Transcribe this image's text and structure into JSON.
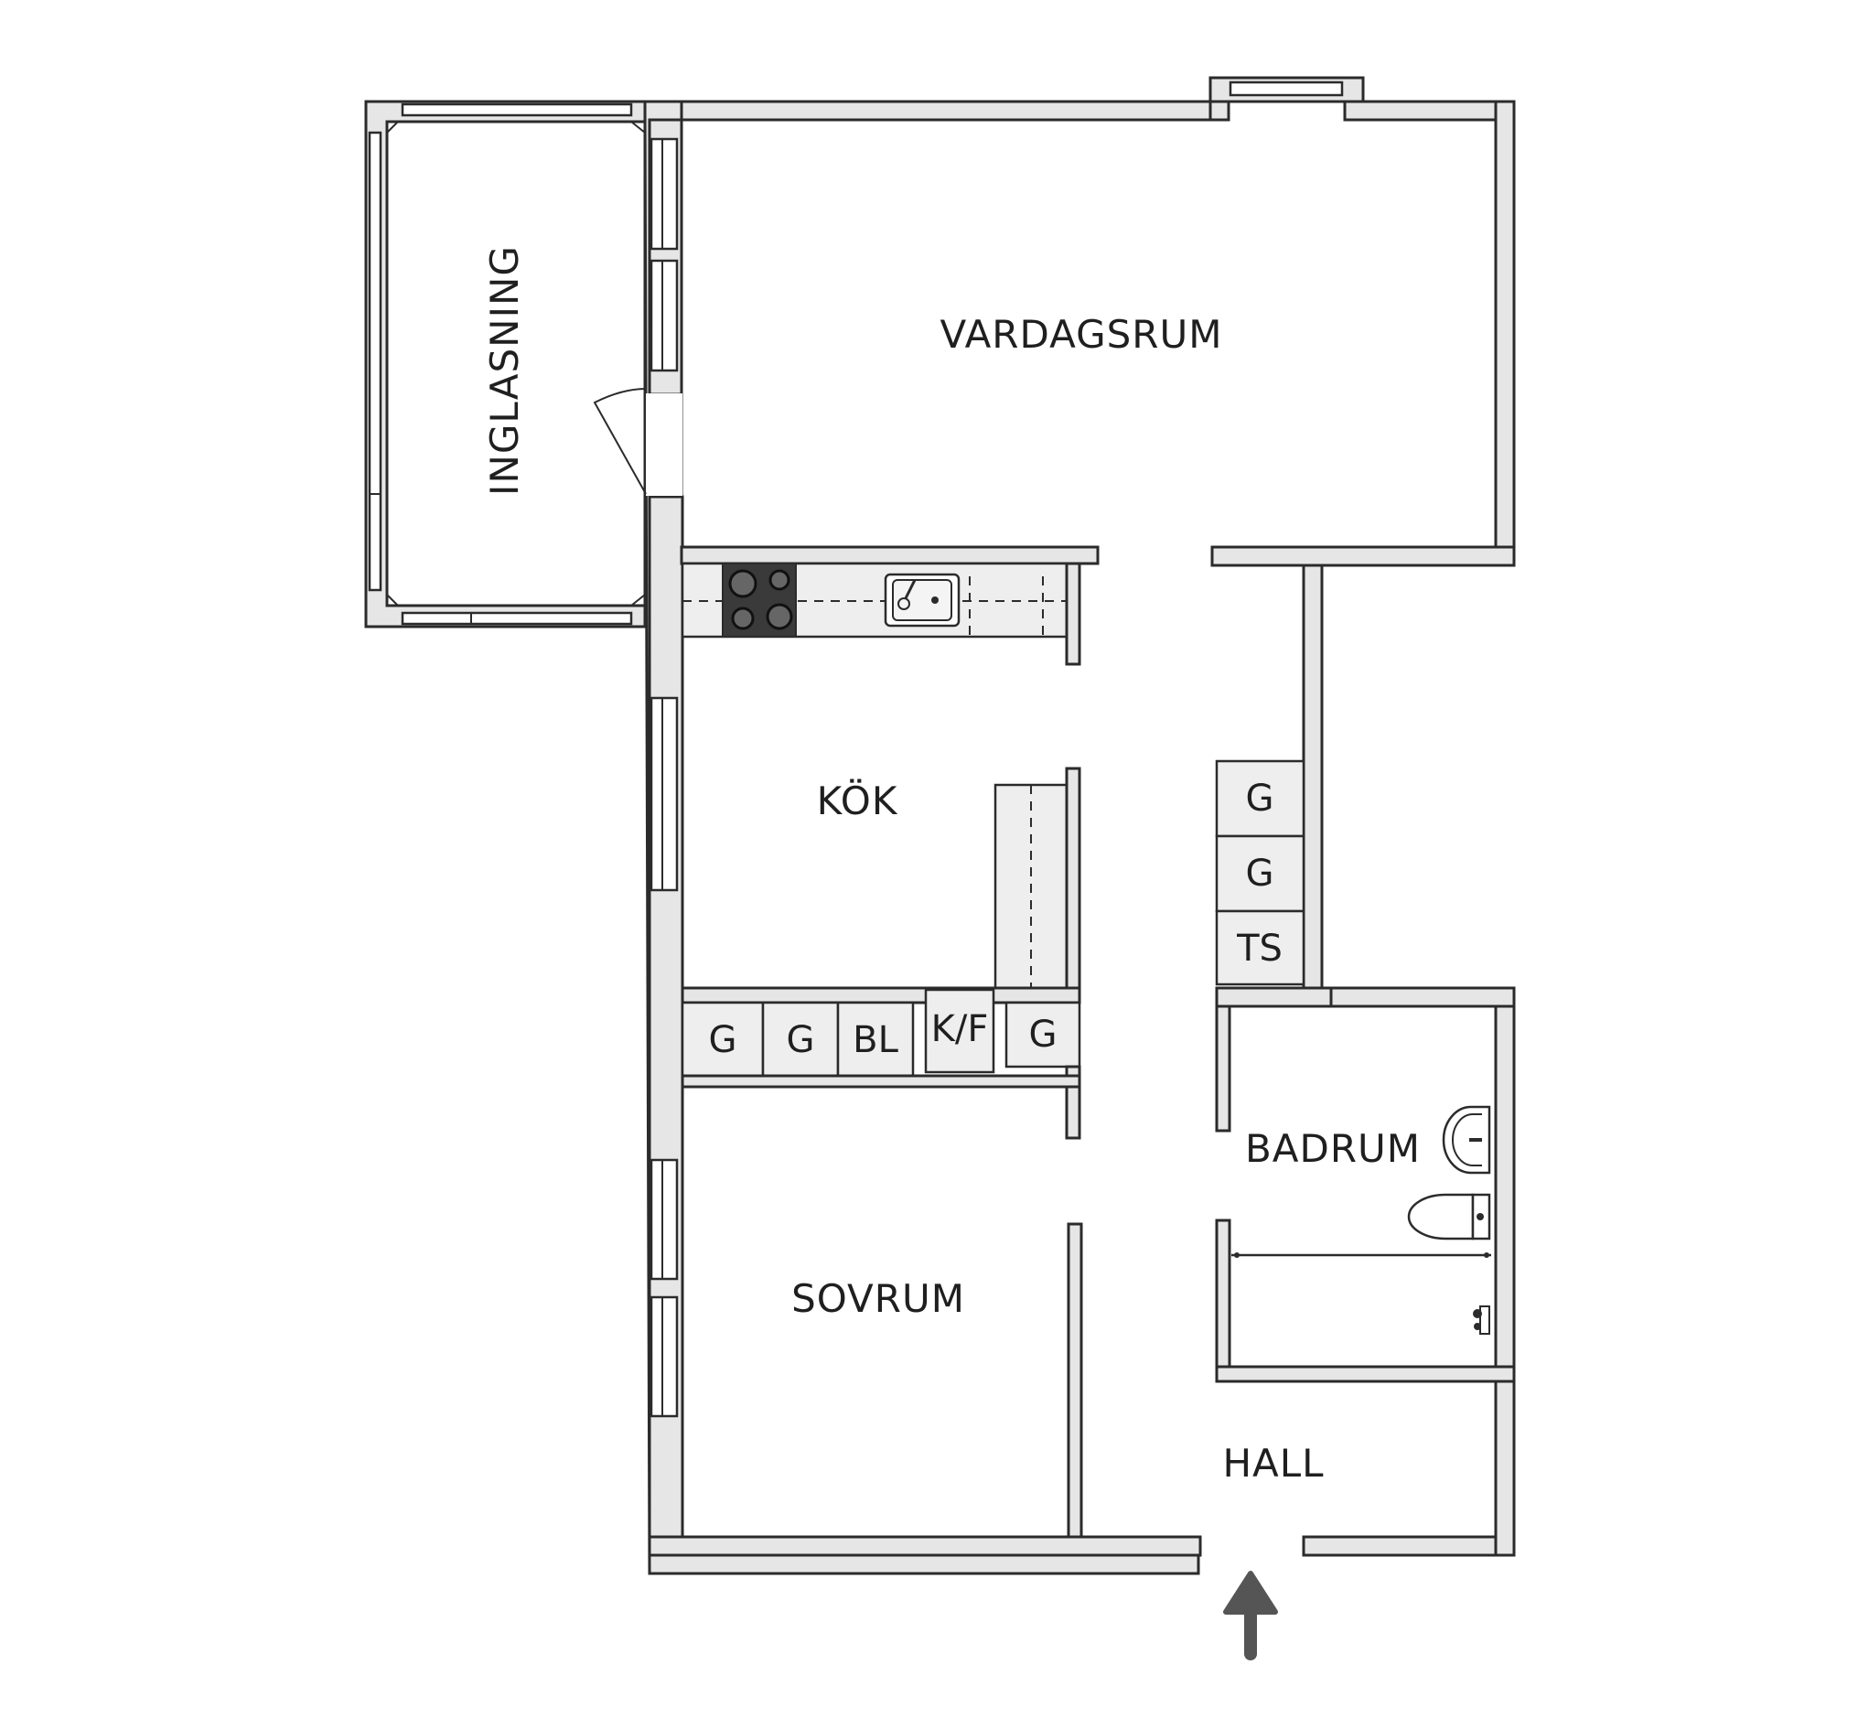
{
  "rooms": {
    "living": "VARDAGSRUM",
    "glazing": "INGLASNING",
    "kitchen": "KÖK",
    "bedroom": "SOVRUM",
    "bathroom": "BADRUM",
    "hall": "HALL"
  },
  "units": {
    "hall_g1": "G",
    "hall_g2": "G",
    "hall_ts": "TS",
    "row_g1": "G",
    "row_g2": "G",
    "row_bl": "BL",
    "row_kf": "K/F",
    "row_g3": "G"
  },
  "colors": {
    "wall_fill": "#e6e6e6",
    "line": "#2b2b2b",
    "arrow": "#555555"
  },
  "icons": [
    "stove-icon",
    "sink-icon",
    "washbasin-icon",
    "toilet-icon",
    "shower-icon",
    "entrance-arrow-icon"
  ]
}
